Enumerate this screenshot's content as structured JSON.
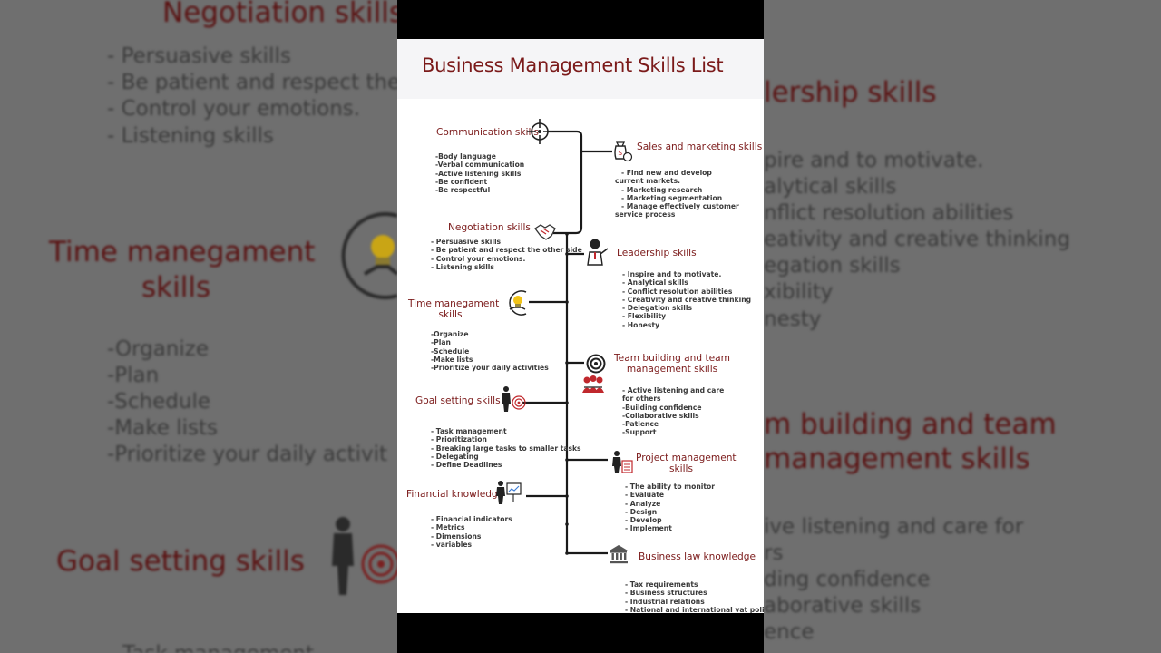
{
  "infographic": {
    "title": "Business Management Skills List",
    "sections": {
      "communication": {
        "title": "Communication skills",
        "items": [
          "-Body language",
          "-Verbal communication",
          "-Active listening skills",
          "-Be confident",
          "-Be respectful"
        ]
      },
      "sales": {
        "title": "Sales and marketing skills",
        "items": [
          "- Find new and develop current markets.",
          "- Marketing research",
          "- Marketing segmentation",
          "- Manage effectively customer service process"
        ]
      },
      "negotiation": {
        "title": "Negotiation skills",
        "items": [
          "- Persuasive skills",
          "- Be patient and respect the other side",
          "- Control your emotions.",
          "- Listening skills"
        ]
      },
      "leadership": {
        "title": "Leadership skills",
        "items": [
          "- Inspire and to motivate.",
          "- Analytical skills",
          "- Conflict resolution abilities",
          "- Creativity and creative thinking",
          "- Delegation skills",
          "- Flexibility",
          "- Honesty"
        ]
      },
      "time": {
        "title_line1": "Time manegament",
        "title_line2": "skills",
        "items": [
          "-Organize",
          "-Plan",
          "-Schedule",
          "-Make lists",
          "-Prioritize your daily activities"
        ]
      },
      "team": {
        "title_line1": "Team building and team",
        "title_line2": "management skills",
        "items": [
          "- Active listening and care for others",
          "-Building confidence",
          "-Collaborative skills",
          "-Patience",
          "-Support"
        ]
      },
      "goal": {
        "title": "Goal setting skills",
        "items": [
          "- Task management",
          "- Prioritization",
          "- Breaking large tasks to smaller tasks",
          "- Delegating",
          "- Define Deadlines"
        ]
      },
      "project": {
        "title_line1": "Project management",
        "title_line2": "skills",
        "items": [
          "- The ability to monitor",
          "- Evaluate",
          "- Analyze",
          "- Design",
          "- Develop",
          "- Implement"
        ]
      },
      "financial": {
        "title": "Financial knowledge",
        "items": [
          "- Financial indicators",
          "- Metrics",
          "- Dimensions",
          "- variables"
        ]
      },
      "law": {
        "title": "Business law knowledge",
        "items": [
          "- Tax requirements",
          "- Business structures",
          "- Industrial relations",
          "- National and international vat policies"
        ]
      }
    }
  },
  "background": {
    "left": {
      "negotiation_title": "Negotiation skills",
      "negotiation_items": [
        "- Persuasive skills",
        "- Be patient and respect the",
        "- Control your emotions.",
        "- Listening skills"
      ],
      "time_title_line1": "Time manegament",
      "time_title_line2": "skills",
      "time_items": [
        "-Organize",
        "-Plan",
        "-Schedule",
        "-Make lists",
        "-Prioritize your daily activit"
      ],
      "goal_title": "Goal setting skills",
      "goal_partial": "Task management"
    },
    "right": {
      "leadership_title": "lership skills",
      "leadership_items": [
        "pire and to motivate.",
        "alytical skills",
        "nflict resolution abilities",
        "eativity and creative thinking",
        "egation skills",
        "xibility",
        "nesty"
      ],
      "team_title_line1": "m building and team",
      "team_title_line2": "management skills",
      "team_items": [
        "ive listening and care for",
        "rs",
        "ding confidence",
        "aborative skills",
        "ence"
      ]
    }
  },
  "colors": {
    "title": "#7b1a1a",
    "timeline": "#1a1a1a",
    "accent_red": "#c0282d",
    "bulb": "#f2c418"
  }
}
